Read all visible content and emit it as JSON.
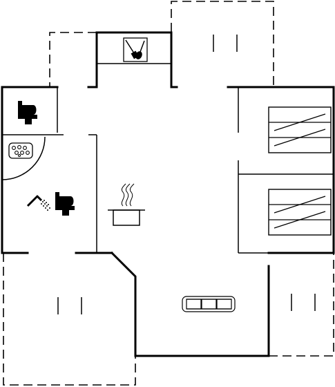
{
  "plan": {
    "colors": {
      "wall": "#000000",
      "background": "#ffffff"
    },
    "icons": [
      "utility-brush-icon",
      "toilet-icon",
      "whirlpool-bath-icon",
      "shower-icon",
      "toilet-icon",
      "cooking-pot-icon",
      "sofa-icon",
      "single-bed-icon",
      "single-bed-icon"
    ],
    "rooms": [
      "utility-room",
      "toilet-room",
      "bathroom",
      "kitchen-living",
      "bedroom-1",
      "bedroom-2",
      "terrace-north",
      "terrace-west",
      "terrace-south",
      "terrace-east"
    ]
  }
}
